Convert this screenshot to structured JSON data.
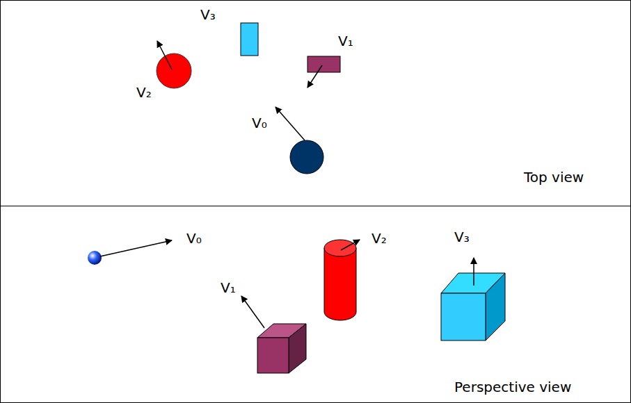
{
  "diagram": {
    "nodes": [
      {
        "text": [
          "Top view"
        ]
      },
      {
        "text": [
          "Perspective view"
        ]
      }
    ],
    "labels": [
      "V₃",
      "V₁",
      "V₂",
      "V₀",
      "V₀",
      "V₂",
      "V₃",
      "V₁"
    ]
  }
}
